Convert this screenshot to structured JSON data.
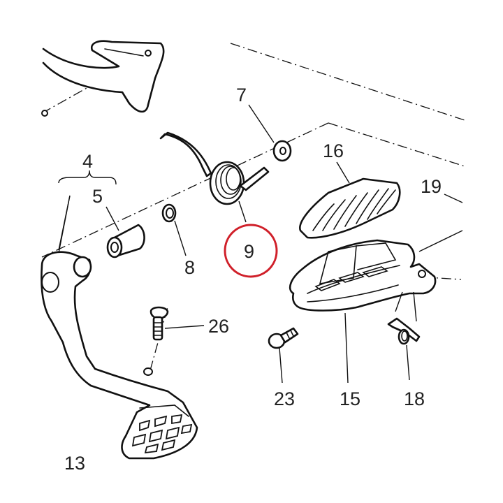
{
  "diagram": {
    "labels": {
      "p4": "4",
      "p5": "5",
      "p7": "7",
      "p8": "8",
      "p9": "9",
      "p13": "13",
      "p15": "15",
      "p16": "16",
      "p18": "18",
      "p19": "19",
      "p23": "23",
      "p26": "26"
    },
    "highlight_color": "#d0202a"
  }
}
